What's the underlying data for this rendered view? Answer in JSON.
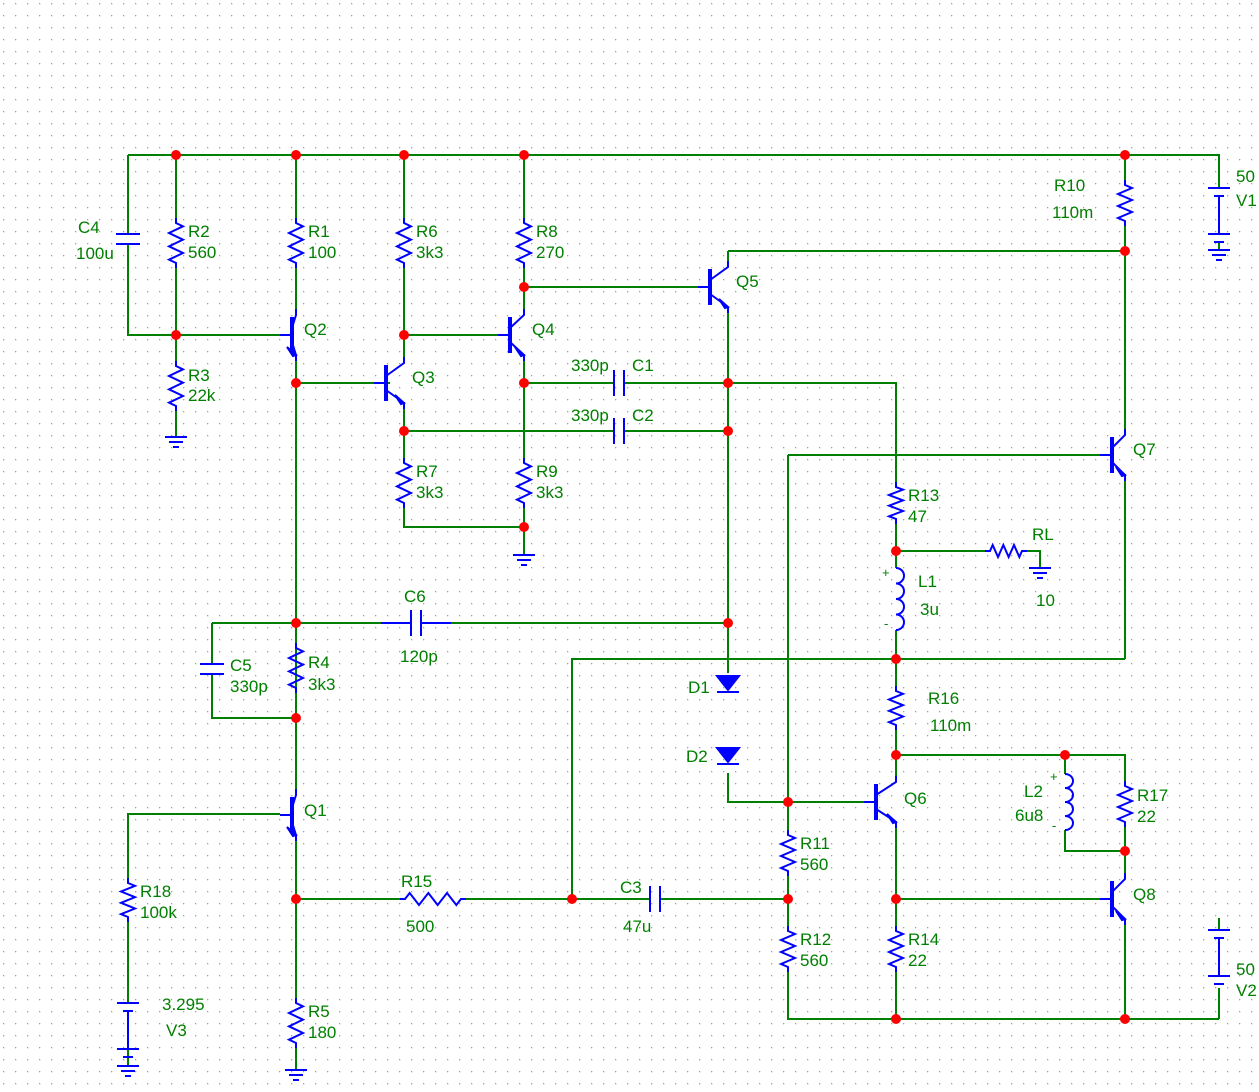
{
  "colors": {
    "wire": "#008000",
    "component": "#0000ff",
    "node": "#ff0000",
    "text": "#008000",
    "grid": "#9a9a9a",
    "background": "#ffffff"
  },
  "components": {
    "R1": {
      "ref": "R1",
      "value": "100"
    },
    "R2": {
      "ref": "R2",
      "value": "560"
    },
    "R3": {
      "ref": "R3",
      "value": "22k"
    },
    "R4": {
      "ref": "R4",
      "value": "3k3"
    },
    "R5": {
      "ref": "R5",
      "value": "180"
    },
    "R6": {
      "ref": "R6",
      "value": "3k3"
    },
    "R7": {
      "ref": "R7",
      "value": "3k3"
    },
    "R8": {
      "ref": "R8",
      "value": "270"
    },
    "R9": {
      "ref": "R9",
      "value": "3k3"
    },
    "R10": {
      "ref": "R10",
      "value": "110m"
    },
    "R11": {
      "ref": "R11",
      "value": "560"
    },
    "R12": {
      "ref": "R12",
      "value": "560"
    },
    "R13": {
      "ref": "R13",
      "value": "47"
    },
    "R14": {
      "ref": "R14",
      "value": "22"
    },
    "R15": {
      "ref": "R15",
      "value": "500"
    },
    "R16": {
      "ref": "R16",
      "value": "110m"
    },
    "R17": {
      "ref": "R17",
      "value": "22"
    },
    "R18": {
      "ref": "R18",
      "value": "100k"
    },
    "RL": {
      "ref": "RL",
      "value": "10"
    },
    "C1": {
      "ref": "C1",
      "value": "330p"
    },
    "C2": {
      "ref": "C2",
      "value": "330p"
    },
    "C3": {
      "ref": "C3",
      "value": "47u"
    },
    "C4": {
      "ref": "C4",
      "value": "100u"
    },
    "C5": {
      "ref": "C5",
      "value": "330p"
    },
    "C6": {
      "ref": "C6",
      "value": "120p"
    },
    "L1": {
      "ref": "L1",
      "value": "3u"
    },
    "L2": {
      "ref": "L2",
      "value": "6u8"
    },
    "D1": {
      "ref": "D1"
    },
    "D2": {
      "ref": "D2"
    },
    "Q1": {
      "ref": "Q1"
    },
    "Q2": {
      "ref": "Q2"
    },
    "Q3": {
      "ref": "Q3"
    },
    "Q4": {
      "ref": "Q4"
    },
    "Q5": {
      "ref": "Q5"
    },
    "Q6": {
      "ref": "Q6"
    },
    "Q7": {
      "ref": "Q7"
    },
    "Q8": {
      "ref": "Q8"
    },
    "V1": {
      "ref": "V1",
      "value": "50"
    },
    "V2": {
      "ref": "V2",
      "value": "50"
    },
    "V3": {
      "ref": "V3",
      "value": "3.295"
    }
  },
  "polarity_mark": "+",
  "minus_mark": "-"
}
